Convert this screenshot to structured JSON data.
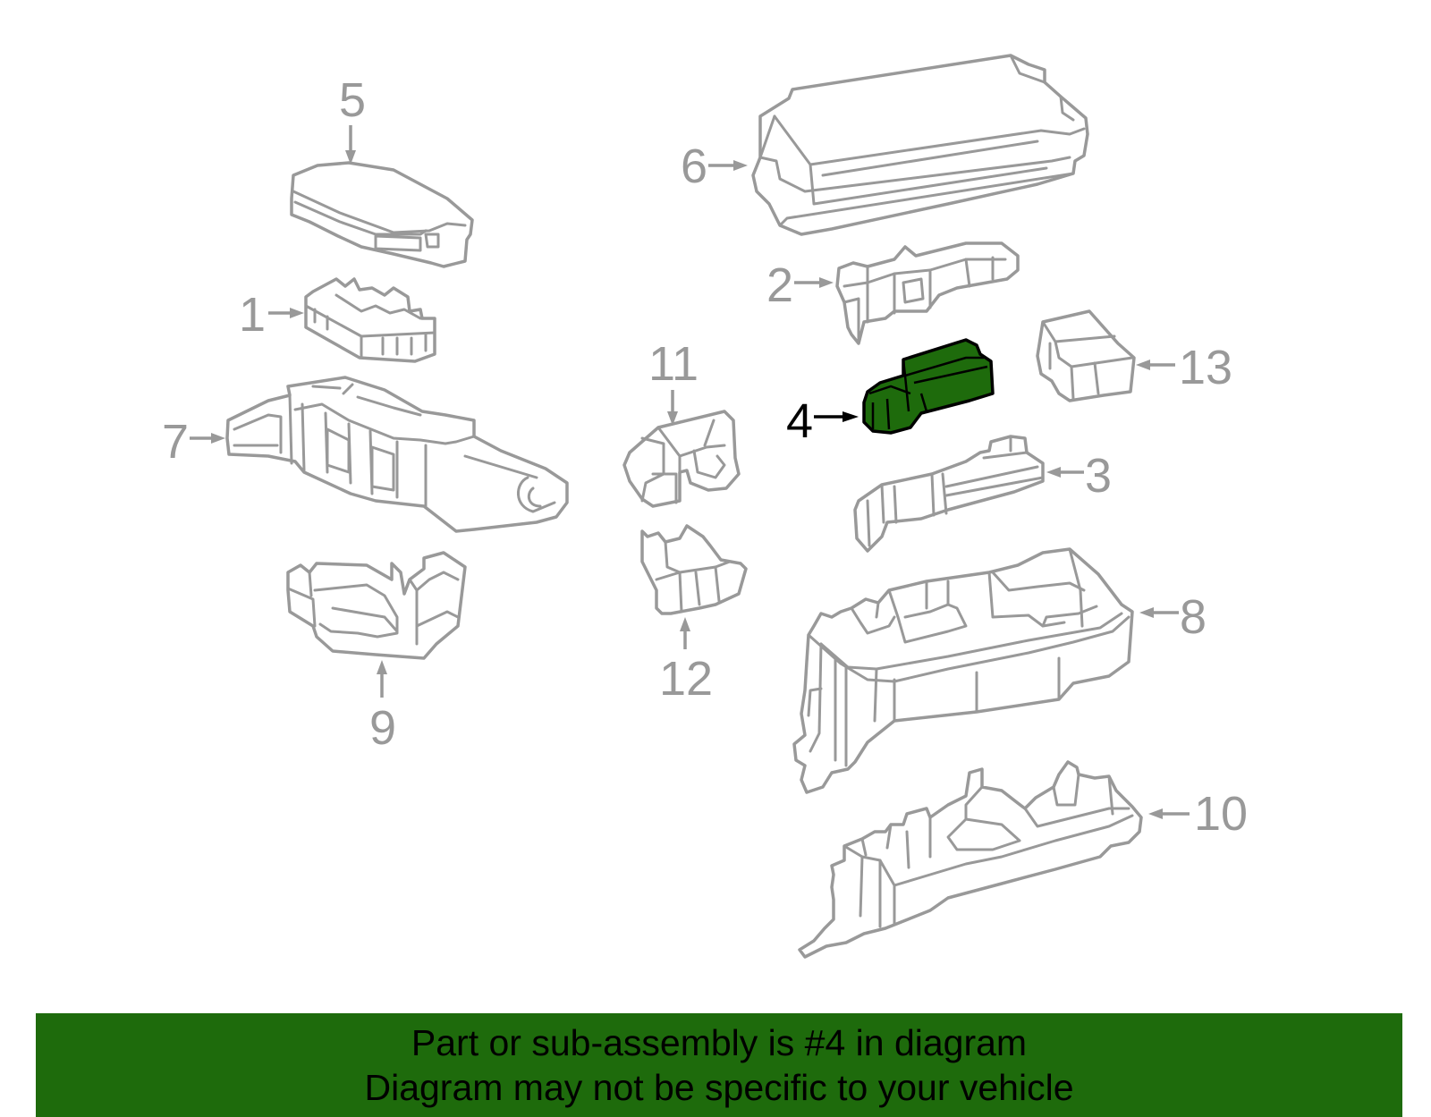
{
  "diagram": {
    "highlight_color": "#1e6b0c",
    "line_color": "#999999",
    "callouts": [
      {
        "id": "1",
        "label": "1"
      },
      {
        "id": "2",
        "label": "2"
      },
      {
        "id": "3",
        "label": "3"
      },
      {
        "id": "4",
        "label": "4",
        "highlighted": true
      },
      {
        "id": "5",
        "label": "5"
      },
      {
        "id": "6",
        "label": "6"
      },
      {
        "id": "7",
        "label": "7"
      },
      {
        "id": "8",
        "label": "8"
      },
      {
        "id": "9",
        "label": "9"
      },
      {
        "id": "10",
        "label": "10"
      },
      {
        "id": "11",
        "label": "11"
      },
      {
        "id": "12",
        "label": "12"
      },
      {
        "id": "13",
        "label": "13"
      }
    ]
  },
  "banner": {
    "background": "#1e6b0c",
    "line1": "Part or sub-assembly is #4 in diagram",
    "line2": "Diagram may not be specific to your vehicle"
  }
}
